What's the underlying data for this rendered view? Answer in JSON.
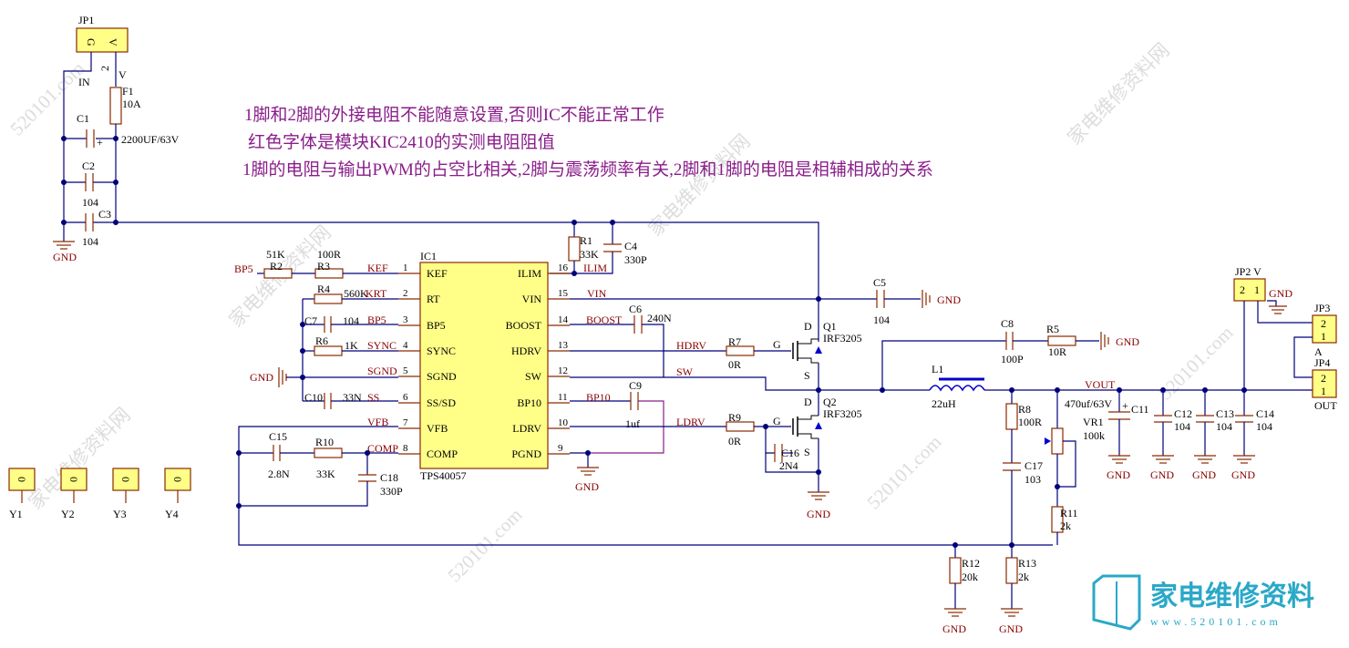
{
  "notes": [
    "1脚和2脚的外接电阻不能随意设置,否则IC不能正常工作",
    "红色字体是模块KIC2410的实测电阻阻值",
    "1脚的电阻与输出PWM的占空比相关,2脚与震荡频率有关,2脚和1脚的电阻是相辅相成的关系"
  ],
  "ic": {
    "ref": "IC1",
    "part": "TPS40057",
    "left_pins": [
      {
        "name": "KEF",
        "num": "1"
      },
      {
        "name": "RT",
        "num": "2"
      },
      {
        "name": "BP5",
        "num": "3"
      },
      {
        "name": "SYNC",
        "num": "4"
      },
      {
        "name": "SGND",
        "num": "5"
      },
      {
        "name": "SS/SD",
        "num": "6"
      },
      {
        "name": "VFB",
        "num": "7"
      },
      {
        "name": "COMP",
        "num": "8"
      }
    ],
    "right_pins": [
      {
        "name": "ILIM",
        "num": "16"
      },
      {
        "name": "VIN",
        "num": "15"
      },
      {
        "name": "BOOST",
        "num": "14"
      },
      {
        "name": "HDRV",
        "num": "13"
      },
      {
        "name": "SW",
        "num": "12"
      },
      {
        "name": "BP10",
        "num": "11"
      },
      {
        "name": "LDRV",
        "num": "10"
      },
      {
        "name": "PGND",
        "num": "9"
      }
    ]
  },
  "net_labels": {
    "kef": "KEF",
    "krt": "KRT",
    "bp5": "BP5",
    "sync": "SYNC",
    "sgnd": "SGND",
    "ss": "SS",
    "vfb": "VFB",
    "comp": "COMP",
    "ilim": "ILIM",
    "vin": "VIN",
    "boost": "BOOST",
    "hdrv": "HDRV",
    "sw": "SW",
    "bp10": "BP10",
    "ldrv": "LDRV",
    "vout": "VOUT"
  },
  "gnd": "GND",
  "jp1": {
    "ref": "JP1",
    "pin_g": "G",
    "pin_v": "V",
    "pin2": "2",
    "pin_v2": "V",
    "in": "IN"
  },
  "jp2": {
    "ref": "JP2 V",
    "pin2": "2",
    "pin1": "1"
  },
  "jp3": {
    "ref": "JP3",
    "pin2": "2",
    "pin1": "1",
    "a": "A"
  },
  "jp4": {
    "ref": "JP4",
    "pin2": "2",
    "pin1": "1",
    "out": "OUT"
  },
  "fuse": {
    "ref": "F1",
    "value": "10A"
  },
  "c1": {
    "ref": "C1",
    "value": "2200UF/63V",
    "plus": "+"
  },
  "c2": {
    "ref": "C2",
    "value": "104"
  },
  "c3": {
    "ref": "C3",
    "value": "104"
  },
  "r1": {
    "ref": "R1",
    "value": "33K"
  },
  "c4": {
    "ref": "C4",
    "value": "330P"
  },
  "r2": {
    "ref": "R2",
    "value": "51K"
  },
  "r3": {
    "ref": "R3",
    "value": "100R"
  },
  "r4": {
    "ref": "R4",
    "value": "560K"
  },
  "c7": {
    "ref": "C7",
    "value": "104"
  },
  "r6": {
    "ref": "R6",
    "value": "1K"
  },
  "c10": {
    "ref": "C10",
    "value": "33N"
  },
  "c15": {
    "ref": "C15",
    "value": "2.8N"
  },
  "r10": {
    "ref": "R10",
    "value": "33K"
  },
  "c18": {
    "ref": "C18",
    "value": "330P"
  },
  "c5": {
    "ref": "C5",
    "value": "104"
  },
  "c6": {
    "ref": "C6",
    "value": "240N"
  },
  "c9": {
    "ref": "C9",
    "value": "1uf"
  },
  "r7": {
    "ref": "R7",
    "value": "0R"
  },
  "r9": {
    "ref": "R9",
    "value": "0R"
  },
  "q1": {
    "ref": "Q1",
    "part": "IRF3205",
    "d": "D",
    "g": "G",
    "s": "S"
  },
  "q2": {
    "ref": "Q2",
    "part": "IRF3205",
    "d": "D",
    "g": "G",
    "s": "S"
  },
  "c16": {
    "ref": "C16",
    "value": "2N4"
  },
  "c8": {
    "ref": "C8",
    "value": "100P"
  },
  "r5": {
    "ref": "R5",
    "value": "10R"
  },
  "l1": {
    "ref": "L1",
    "value": "22uH"
  },
  "r8": {
    "ref": "R8",
    "value": "100R"
  },
  "c17": {
    "ref": "C17",
    "value": "103"
  },
  "vr1": {
    "ref": "VR1",
    "value": "100k"
  },
  "r11": {
    "ref": "R11",
    "value": "2k"
  },
  "r12": {
    "ref": "R12",
    "value": "20k"
  },
  "r13": {
    "ref": "R13",
    "value": "2k"
  },
  "c11": {
    "ref": "C11",
    "value": "470uf/63V",
    "plus": "+"
  },
  "c12": {
    "ref": "C12",
    "value": "104"
  },
  "c13": {
    "ref": "C13",
    "value": "104"
  },
  "c14": {
    "ref": "C14",
    "value": "104"
  },
  "mount_holes": [
    {
      "ref": "Y1",
      "pin": "0"
    },
    {
      "ref": "Y2",
      "pin": "0"
    },
    {
      "ref": "Y3",
      "pin": "0"
    },
    {
      "ref": "Y4",
      "pin": "0"
    }
  ],
  "watermark": {
    "text": "520101.com",
    "text2": "家电维修资料网",
    "logo": "家电维修资料",
    "url": "www.520101.com"
  },
  "colors": {
    "wire": "#00007a",
    "note": "#8a1e8a",
    "net": "#8a0000",
    "connector": "#ffff88",
    "logo": "#2aa8c8"
  }
}
